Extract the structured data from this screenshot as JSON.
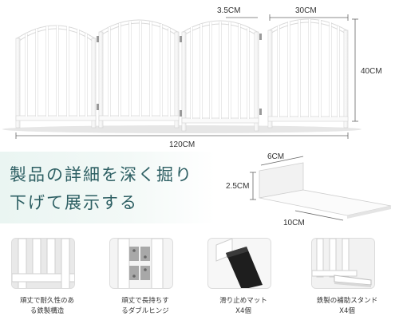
{
  "dimensions": {
    "gap": "3.5CM",
    "panel_width": "30CM",
    "height": "40CM",
    "total_width": "120CM",
    "stand_depth": "6CM",
    "stand_height": "2.5CM",
    "stand_length": "10CM"
  },
  "headline": {
    "line1": "製品の詳細を深く掘り",
    "line2": "下げて展示する"
  },
  "features": [
    {
      "line1": "頑丈で耐久性のあ",
      "line2": "る鉄製構造",
      "icon": "fence-frame-closeup-icon"
    },
    {
      "line1": "頑丈で長持ちす",
      "line2": "るダブルヒンジ",
      "icon": "double-hinge-icon"
    },
    {
      "line1": "滑り止めマット",
      "line2": "X4個",
      "icon": "non-slip-mat-icon"
    },
    {
      "line1": "鉄製の補助スタンド",
      "line2": "X4個",
      "icon": "support-stand-icon"
    }
  ],
  "colors": {
    "headline": "#2d5f63",
    "fence": "#ffffff",
    "fence_shadow": "#c9c9c9",
    "hinge": "#9a9a9a"
  }
}
